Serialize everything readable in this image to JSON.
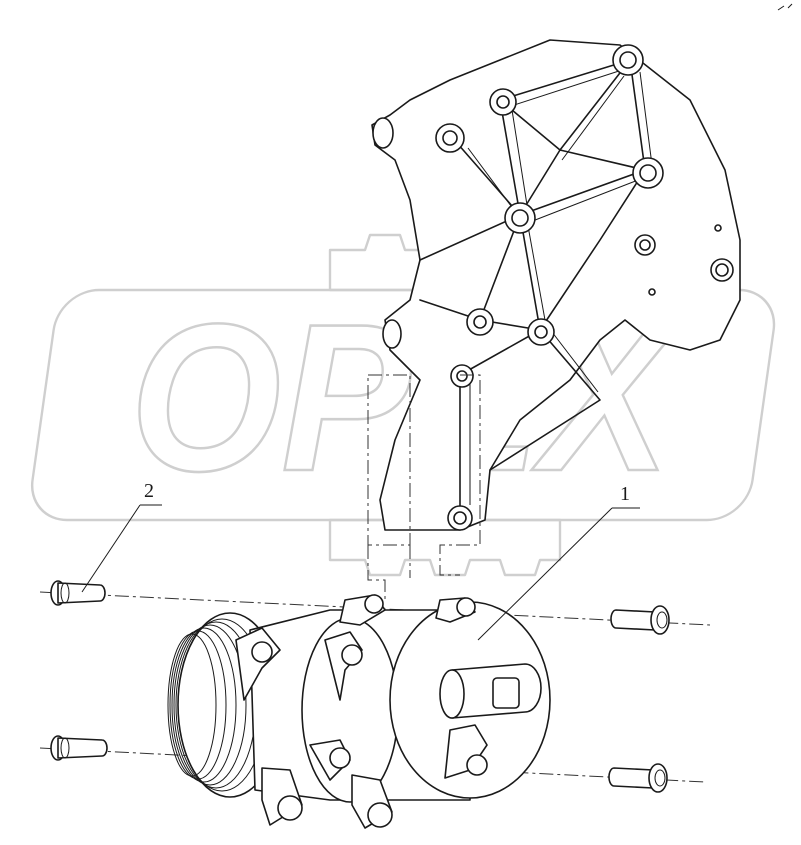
{
  "watermark": {
    "text": "OPEX"
  },
  "callouts": [
    {
      "id": "1",
      "label": "1"
    },
    {
      "id": "2",
      "label": "2"
    }
  ]
}
